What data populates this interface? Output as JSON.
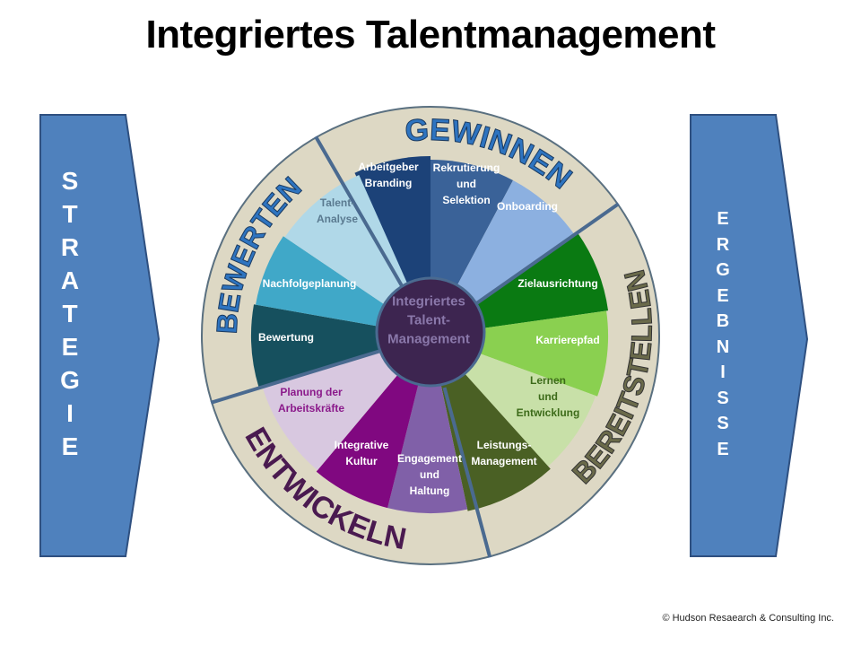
{
  "title": "Integriertes Talentmanagement",
  "left_arrow": {
    "text": "S\nT\nR\nA\nT\nE\nG\nI\nE",
    "color": "#4f81bd"
  },
  "right_arrow": {
    "text": "E\nR\nG\nE\nB\nN\nI\nS\nS\nE",
    "color": "#4f81bd"
  },
  "hub": {
    "text": "Integriertes\nTalent-\nManagement",
    "color": "#3d2550"
  },
  "phases": [
    {
      "label": "GEWINNEN",
      "color": "#2e74c0"
    },
    {
      "label": "BEREITSTELLEN",
      "color": "#6a6a4a"
    },
    {
      "label": "ENTWICKELN",
      "color": "#4a1a50"
    },
    {
      "label": "BEWERTEN",
      "color": "#2e74c0"
    }
  ],
  "wedges": [
    {
      "label": "Arbeitgeber\nBranding",
      "color": "#1c4278",
      "text_color": "#ffffff"
    },
    {
      "label": "Rekrutierung\nund\nSelektion",
      "color": "#3a6298",
      "text_color": "#ffffff"
    },
    {
      "label": "Onboarding",
      "color": "#8cb0e0",
      "text_color": "#ffffff"
    },
    {
      "label": "Zielausrichtung",
      "color": "#0a7a12",
      "text_color": "#ffffff"
    },
    {
      "label": "Karrierepfad",
      "color": "#8ad050",
      "text_color": "#ffffff"
    },
    {
      "label": "Lernen\nund\nEntwicklung",
      "color": "#c8e0a8",
      "text_color": "#3d6b1a"
    },
    {
      "label": "Leistungs-\nManagement",
      "color": "#4a6024",
      "text_color": "#ffffff"
    },
    {
      "label": "Engagement\nund\nHaltung",
      "color": "#8060a8",
      "text_color": "#ffffff"
    },
    {
      "label": "Integrative\nKultur",
      "color": "#800880",
      "text_color": "#ffffff"
    },
    {
      "label": "Planung der\nArbeitskräfte",
      "color": "#d8c8e0",
      "text_color": "#8b1a8b"
    },
    {
      "label": "Bewertung",
      "color": "#16505e",
      "text_color": "#ffffff"
    },
    {
      "label": "Nachfolgeplanung",
      "color": "#40a8c8",
      "text_color": "#ffffff"
    },
    {
      "label": "Talent-\nAnalyse",
      "color": "#b0d8e8",
      "text_color": "#5a7a90"
    }
  ],
  "copyright": "© Hudson Resaearch & Consulting Inc."
}
